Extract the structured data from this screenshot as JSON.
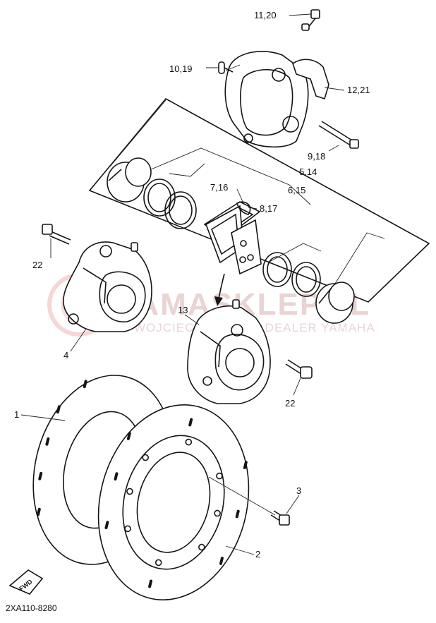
{
  "diagram": {
    "code": "2XA110-8280",
    "callouts": [
      {
        "id": "c1",
        "label": "1"
      },
      {
        "id": "c2",
        "label": "2"
      },
      {
        "id": "c3",
        "label": "3"
      },
      {
        "id": "c4",
        "label": "4"
      },
      {
        "id": "c5",
        "label": "5,14"
      },
      {
        "id": "c6",
        "label": "6,15"
      },
      {
        "id": "c7",
        "label": "7,16"
      },
      {
        "id": "c8",
        "label": "8,17"
      },
      {
        "id": "c9",
        "label": "9,18"
      },
      {
        "id": "c10",
        "label": "10,19"
      },
      {
        "id": "c11",
        "label": "11,20"
      },
      {
        "id": "c12",
        "label": "12,21"
      },
      {
        "id": "c13",
        "label": "13"
      },
      {
        "id": "c22a",
        "label": "22"
      },
      {
        "id": "c22b",
        "label": "22"
      }
    ],
    "direction_badge": "FWD",
    "watermark": {
      "main": "YAMASKLEP.PL",
      "sub": "WOJCIECHOWSCY · DEALER YAMAHA"
    }
  }
}
